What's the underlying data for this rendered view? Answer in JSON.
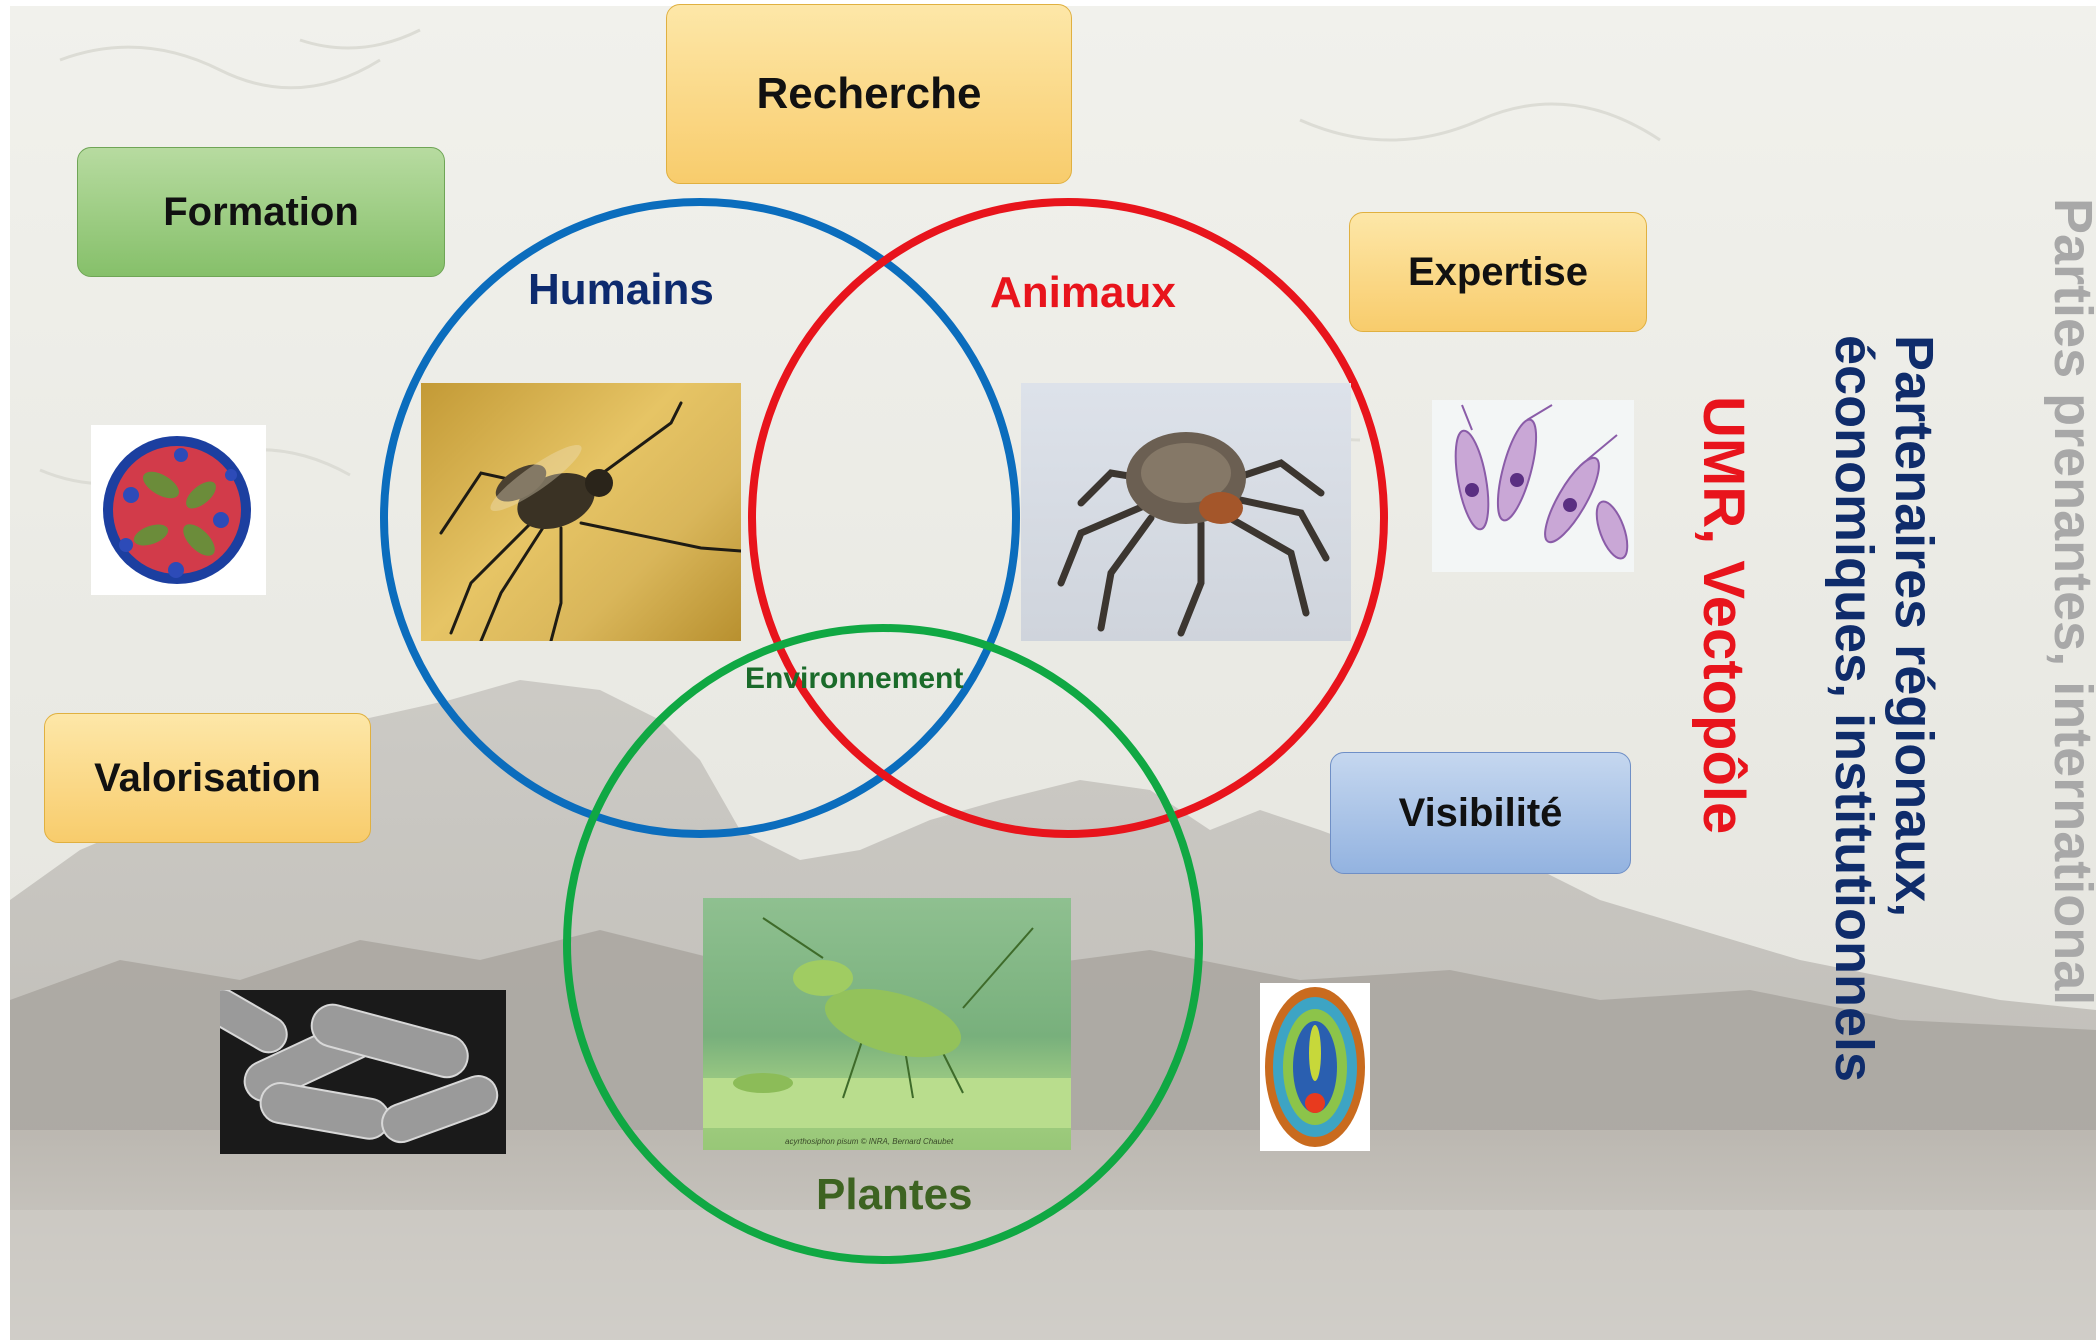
{
  "boxes": {
    "recherche": "Recherche",
    "formation": "Formation",
    "expertise": "Expertise",
    "valorisation": "Valorisation",
    "visibilite": "Visibilité"
  },
  "circles": {
    "humains": "Humains",
    "animaux": "Animaux",
    "environnement": "Environnement",
    "plantes": "Plantes"
  },
  "side_text": {
    "line1": "Parties prenantes, international",
    "line2a": "Partenaires régionaux,",
    "line2b": "économiques, institutionnels",
    "line3": "UMR, Vectopôle"
  },
  "photo_caption": "acyrthosiphon pisum © INRA, Bernard Chaubet",
  "colors": {
    "humains": "#0b6dbd",
    "animaux": "#e8141c",
    "plantes": "#10a843",
    "humains_text": "#0d2a6e",
    "animaux_text": "#e8141c",
    "plantes_text": "#3d6321",
    "env_text": "#1a6b2a",
    "side_gray": "#a8a8a8",
    "side_navy": "#0f2c6b",
    "side_red": "#e8141c"
  },
  "icons": [
    "virus-icon",
    "mosquito-photo",
    "tick-photo",
    "parasite-icon",
    "bacteria-photo",
    "aphid-photo",
    "egg-icon"
  ]
}
